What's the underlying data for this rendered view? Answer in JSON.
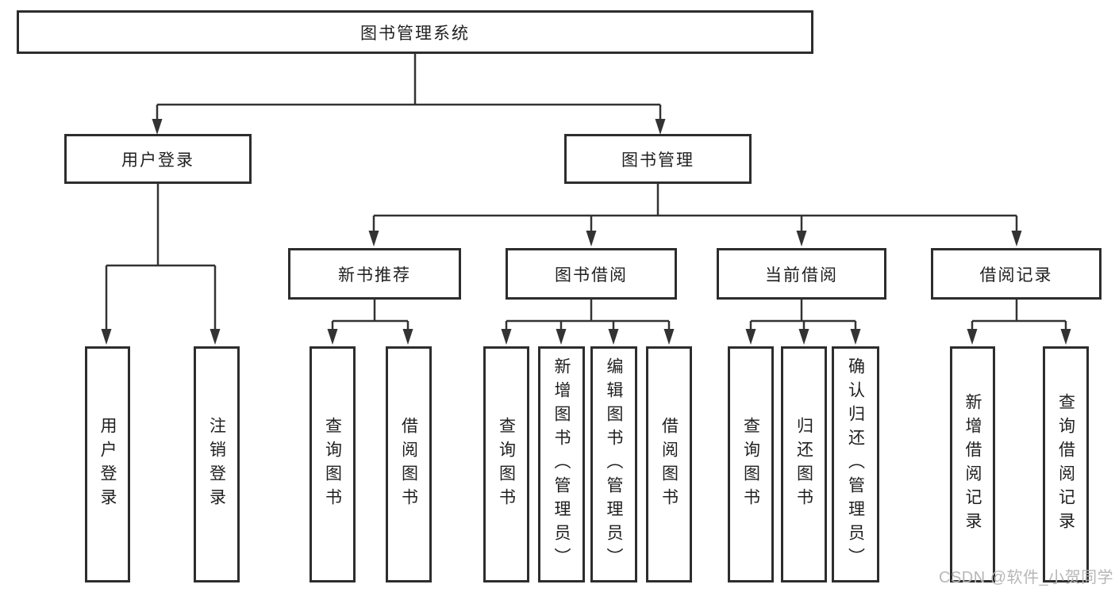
{
  "diagram": {
    "root": {
      "label": "图书管理系统"
    },
    "branches": [
      {
        "label": "用户登录",
        "children": [
          {
            "label": "用户登录"
          },
          {
            "label": "注销登录"
          }
        ]
      },
      {
        "label": "图书管理",
        "children": [
          {
            "label": "新书推荐",
            "children": [
              {
                "label": "查询图书"
              },
              {
                "label": "借阅图书"
              }
            ]
          },
          {
            "label": "图书借阅",
            "children": [
              {
                "label": "查询图书"
              },
              {
                "label": "新增图书（管理员）"
              },
              {
                "label": "编辑图书（管理员）"
              },
              {
                "label": "借阅图书"
              }
            ]
          },
          {
            "label": "当前借阅",
            "children": [
              {
                "label": "查询图书"
              },
              {
                "label": "归还图书"
              },
              {
                "label": "确认归还（管理员）"
              }
            ]
          },
          {
            "label": "借阅记录",
            "children": [
              {
                "label": "新增借阅记录"
              },
              {
                "label": "查询借阅记录"
              }
            ]
          }
        ]
      }
    ]
  },
  "watermark": {
    "text": "CSDN @软件_小贺同学"
  },
  "colors": {
    "line": "#333333",
    "border": "#2d2d2d",
    "text": "#1f1f1f",
    "watermark": "#b7b7b7",
    "bg": "#ffffff"
  }
}
